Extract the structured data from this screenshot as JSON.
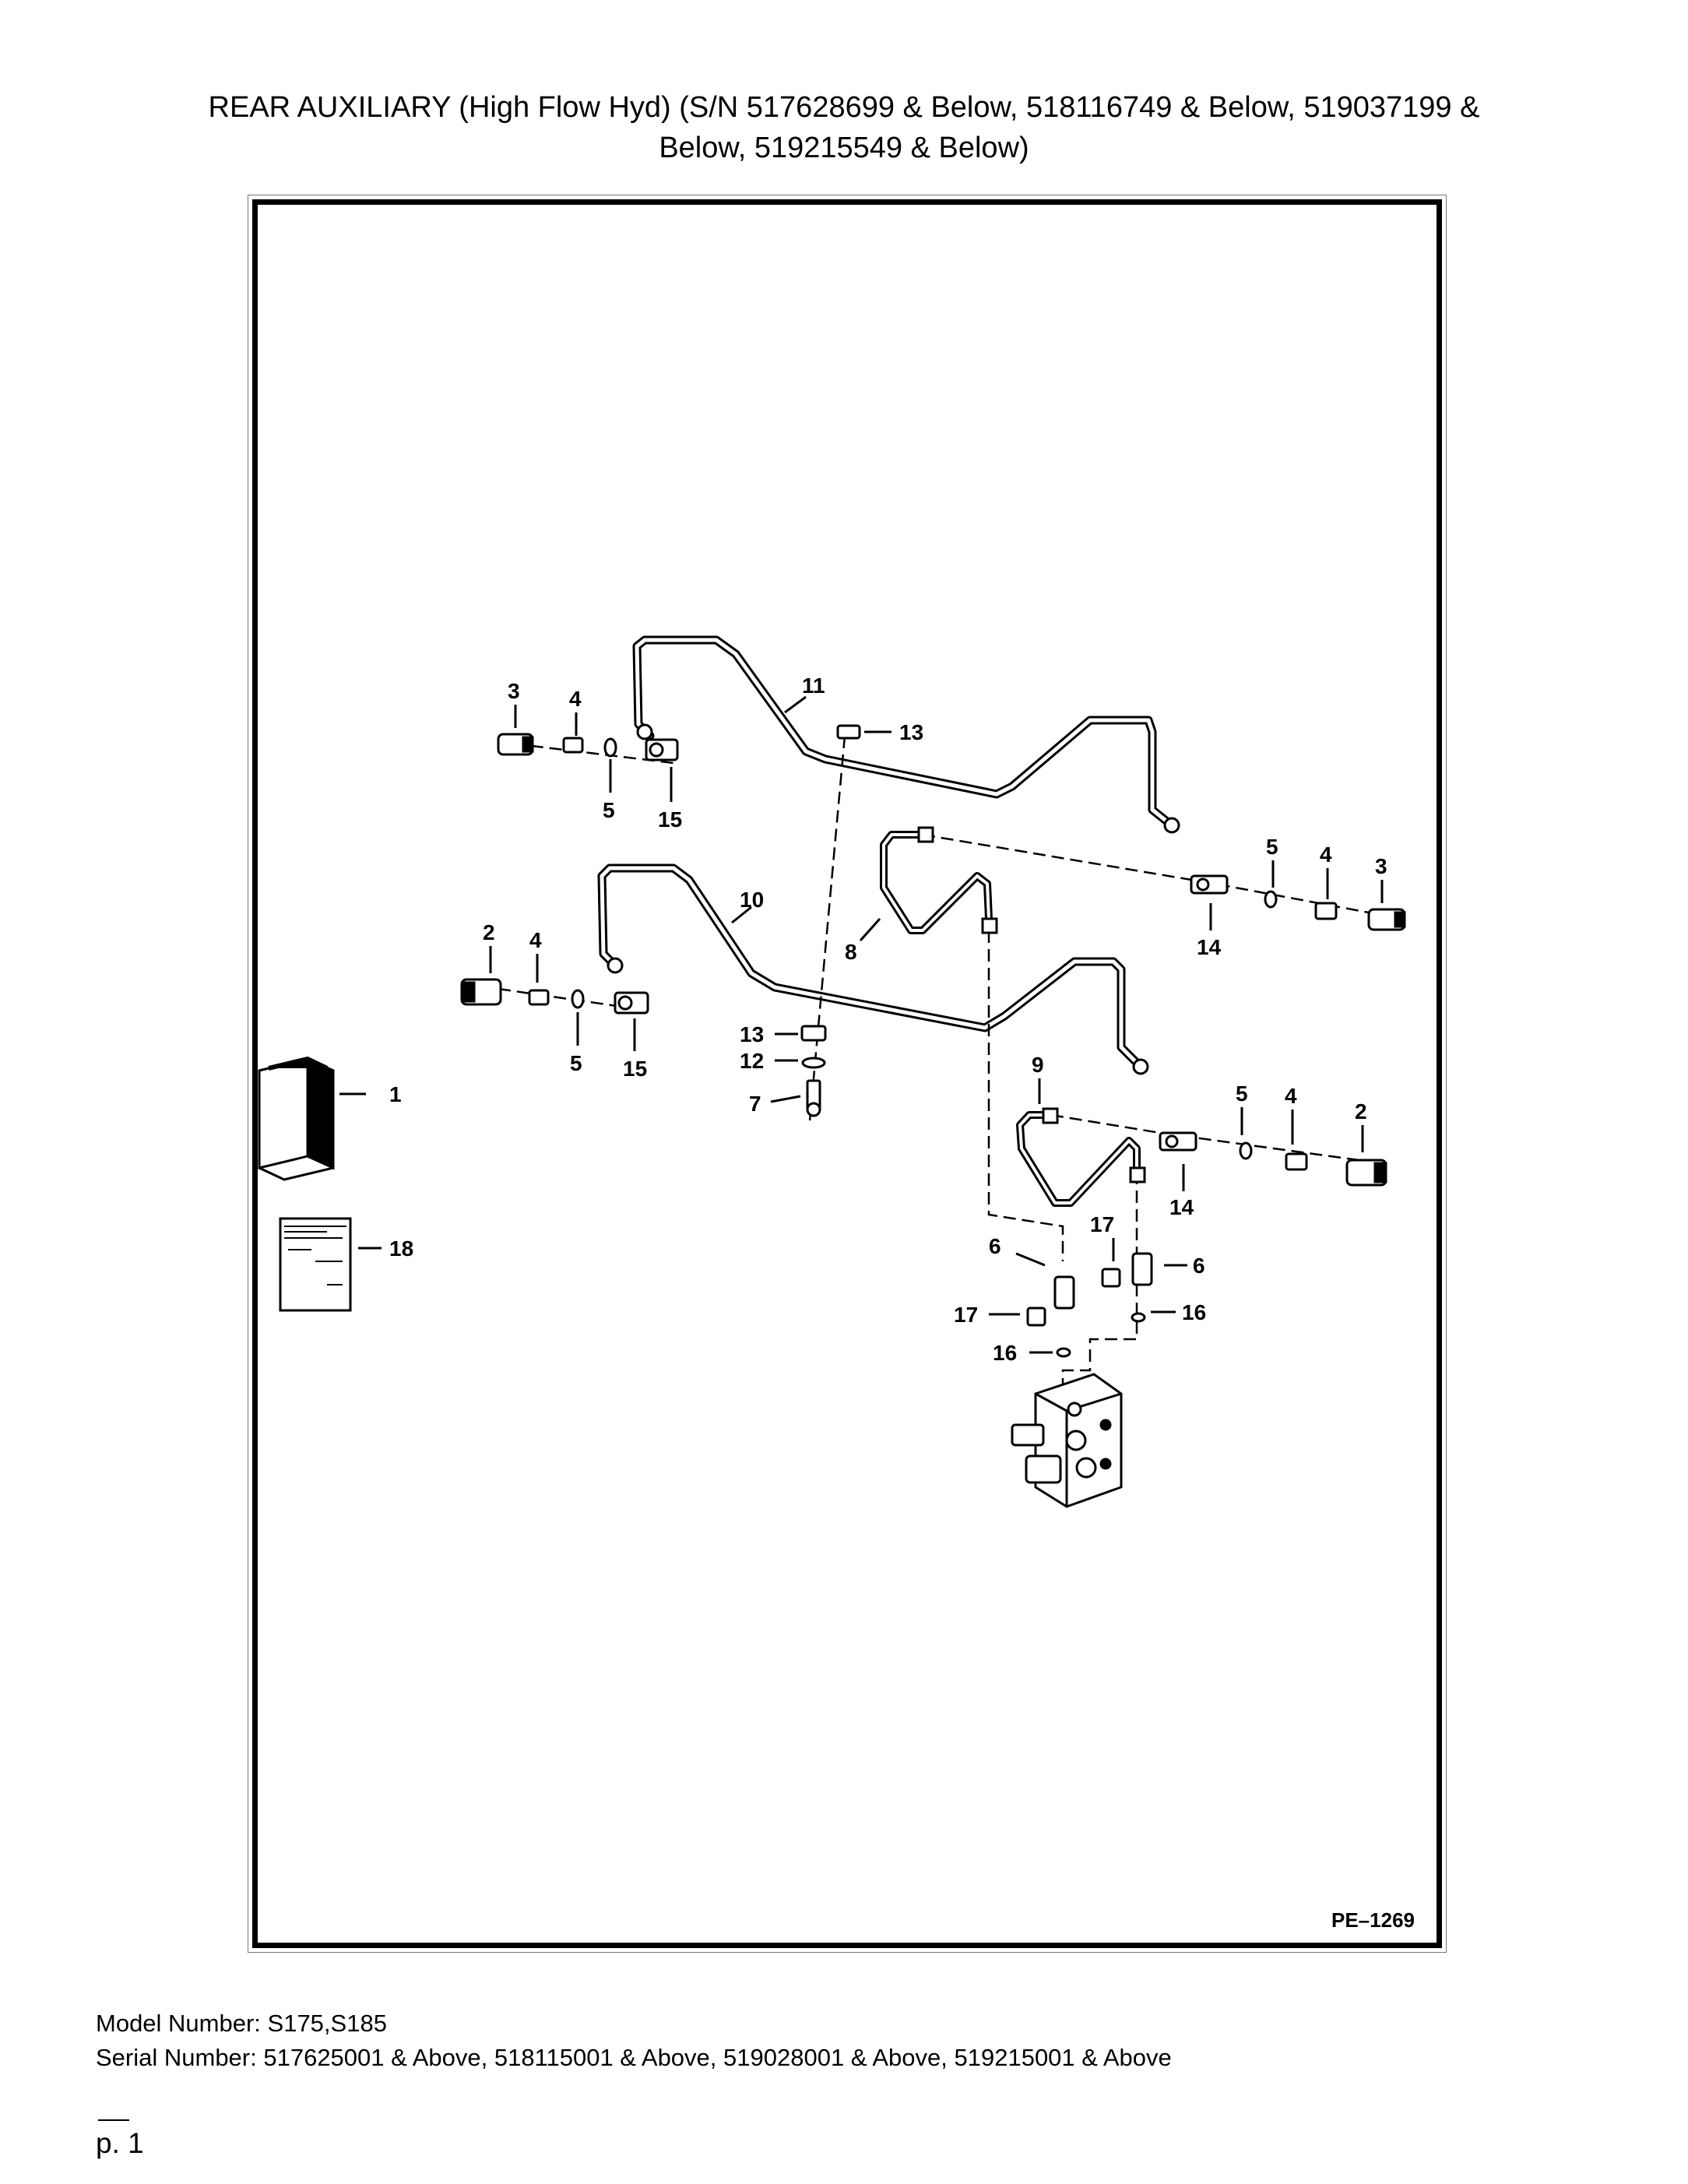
{
  "header": {
    "title_line1": "REAR AUXILIARY (High Flow Hyd) (S/N 517628699 & Below, 518116749 & Below, 519037199 &",
    "title_line2": "Below, 519215549 & Below)"
  },
  "diagram": {
    "reference": "PE–1269",
    "callouts": [
      "1",
      "2",
      "3",
      "4",
      "5",
      "6",
      "7",
      "8",
      "9",
      "10",
      "11",
      "12",
      "13",
      "14",
      "15",
      "16",
      "17",
      "18"
    ]
  },
  "footer": {
    "model": "Model Number: S175,S185",
    "serial": "Serial Number: 517625001 & Above, 518115001 & Above, 519028001 & Above, 519215001 & Above",
    "page": "p. 1"
  }
}
